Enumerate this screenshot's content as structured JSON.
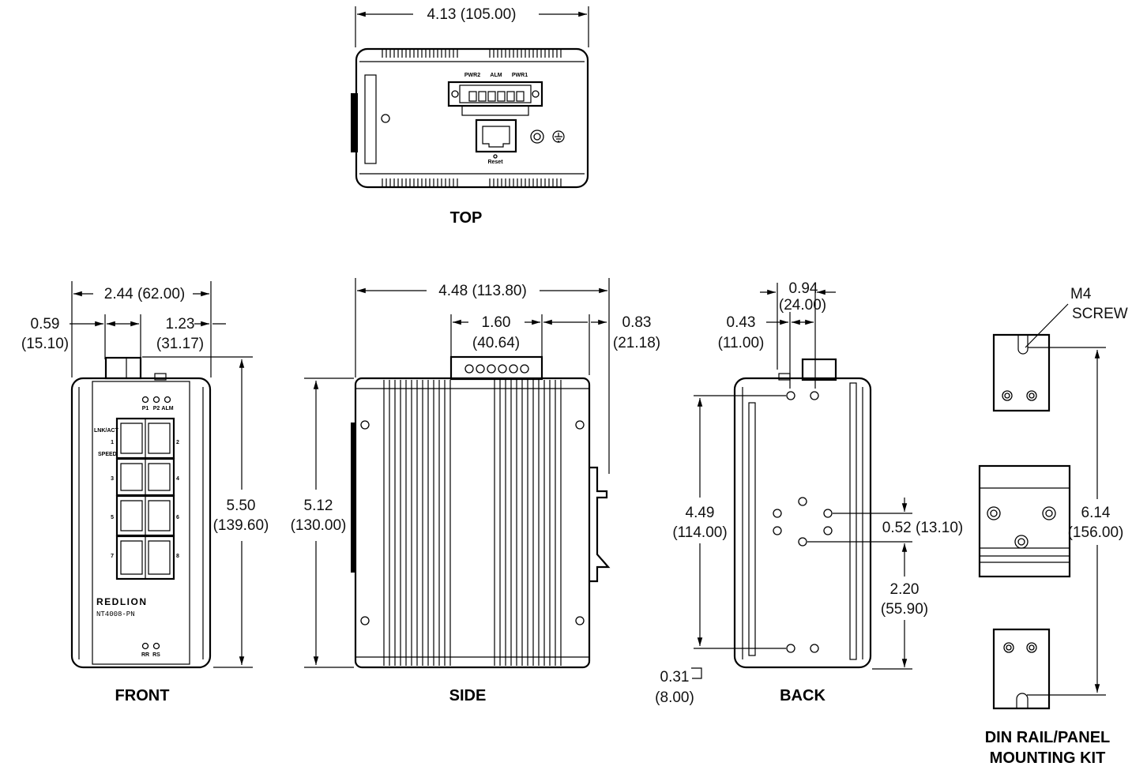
{
  "views": {
    "top": "TOP",
    "front": "FRONT",
    "side": "SIDE",
    "back": "BACK",
    "mount_line1": "DIN RAIL/PANEL",
    "mount_line2": "MOUNTING KIT"
  },
  "dimensions": {
    "top_width": "4.13 (105.00)",
    "front_width": "2.44 (62.00)",
    "front_left_a": "0.59",
    "front_left_b": "(15.10)",
    "front_right_a": "1.23",
    "front_right_b": "(31.17)",
    "front_height_a": "5.50",
    "front_height_b": "(139.60)",
    "side_width": "4.48 (113.80)",
    "side_conn_a": "1.60",
    "side_conn_b": "(40.64)",
    "side_offset_a": "0.83",
    "side_offset_b": "(21.18)",
    "side_height_a": "5.12",
    "side_height_b": "(130.00)",
    "back_spacing_a": "0.94",
    "back_spacing_b": "(24.00)",
    "back_offset_a": "0.43",
    "back_offset_b": "(11.00)",
    "back_height_a": "4.49",
    "back_height_b": "(114.00)",
    "back_hole_gap": "0.52 (13.10)",
    "back_lower_a": "2.20",
    "back_lower_b": "(55.90)",
    "back_bottom_a": "0.31",
    "back_bottom_b": "(8.00)",
    "mount_height_a": "6.14",
    "mount_height_b": "(156.00)",
    "screw_a": "M4",
    "screw_b": "SCREW"
  },
  "device": {
    "brand": "REDLION",
    "model": "NT4008-PN",
    "leds_top": [
      "P1",
      "P2",
      "ALM"
    ],
    "leds_bottom": [
      "RR",
      "RS"
    ],
    "port_labels": [
      "1",
      "2",
      "3",
      "4",
      "5",
      "6",
      "7",
      "8"
    ],
    "lnk_label": "LNK/ACT",
    "speed_label": "SPEED",
    "terminal_labels": [
      "PWR2",
      "ALM",
      "PWR1"
    ],
    "reset_label": "Reset"
  }
}
